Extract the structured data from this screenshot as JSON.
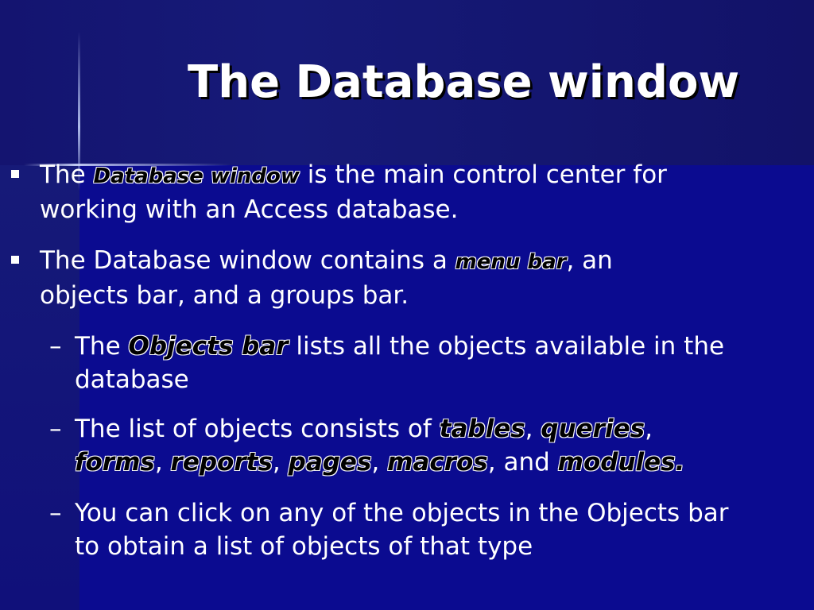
{
  "slide": {
    "title": "The Database window",
    "bullets": [
      {
        "pre": "The ",
        "em": "Database window",
        "post": " is the main control center for",
        "line2": "working with an Access database."
      },
      {
        "pre": "The Database window contains a ",
        "em": "menu bar",
        "post": ", an",
        "line2": "objects bar, and a groups bar."
      }
    ],
    "sub": [
      {
        "dash": "–",
        "pre": "The ",
        "em": "Objects bar",
        "post": " lists all the objects available in the",
        "line2": "database"
      },
      {
        "dash": "–",
        "pre": "The list of objects consists of ",
        "em1": "tables",
        "sep1": ", ",
        "em2": "queries",
        "sep2": ",",
        "em3": "forms",
        "sep3": ", ",
        "em4": "reports",
        "sep4": ", ",
        "em5": "pages",
        "sep5": ", ",
        "em6": "macros",
        "sep6": ", and ",
        "em7": "modules."
      },
      {
        "dash": "–",
        "line1": "You can click on any of the objects in the Objects bar",
        "line2": "to obtain a list of objects of that type"
      }
    ]
  },
  "colors": {
    "background": "#0c0c8c",
    "title_band": "#141470",
    "text": "#ffffff"
  }
}
